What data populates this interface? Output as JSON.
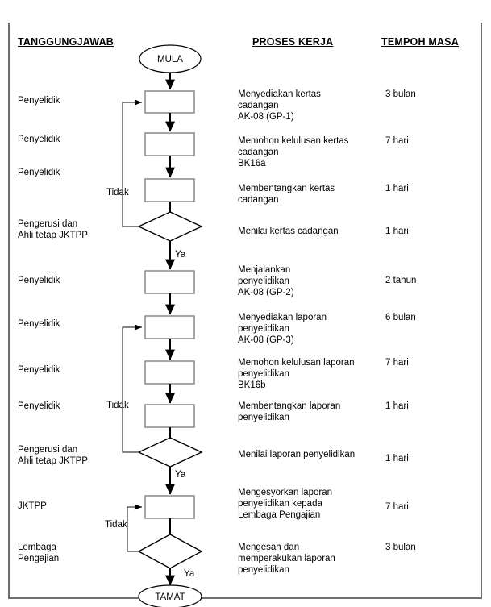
{
  "headers": {
    "responsibility": "TANGGUNGJAWAB",
    "process": "PROSES KERJA",
    "duration": "TEMPOH MASA"
  },
  "terminators": {
    "start": "MULA",
    "end": "TAMAT"
  },
  "edge_labels": {
    "no": "Tidak",
    "yes": "Ya"
  },
  "colors": {
    "frame": "#6e6e6e",
    "box_stroke": "#808080",
    "diamond_stroke": "#000000",
    "connector": "#000000",
    "loop": "#3a3a3a",
    "text": "#000000",
    "background": "#ffffff"
  },
  "rows": [
    {
      "responsibility": "Penyelidik",
      "process": "Menyediakan kertas\ncadangan\nAK-08 (GP-1)",
      "duration": "3 bulan",
      "shape": "process"
    },
    {
      "responsibility": "Penyelidik",
      "process": "Memohon kelulusan kertas\ncadangan\nBK16a",
      "duration": "7 hari",
      "shape": "process"
    },
    {
      "responsibility": "Penyelidik",
      "process": "Membentangkan kertas\ncadangan",
      "duration": "1 hari",
      "shape": "process"
    },
    {
      "responsibility": "Pengerusi dan\nAhli tetap JKTPP",
      "process": "Menilai kertas cadangan",
      "duration": "1 hari",
      "shape": "decision"
    },
    {
      "responsibility": "Penyelidik",
      "process": "Menjalankan\npenyelidikan\nAK-08 (GP-2)",
      "duration": "2 tahun",
      "shape": "process"
    },
    {
      "responsibility": "Penyelidik",
      "process": "Menyediakan laporan\npenyelidikan\nAK-08 (GP-3)",
      "duration": "6 bulan",
      "shape": "process"
    },
    {
      "responsibility": "Penyelidik",
      "process": "Memohon kelulusan laporan\npenyelidikan\nBK16b",
      "duration": "7 hari",
      "shape": "process"
    },
    {
      "responsibility": "Penyelidik",
      "process": "Membentangkan laporan\npenyelidikan",
      "duration": "1 hari",
      "shape": "process"
    },
    {
      "responsibility": "Pengerusi dan\nAhli tetap JKTPP",
      "process": "Menilai laporan penyelidikan",
      "duration": "1 hari",
      "shape": "decision"
    },
    {
      "responsibility": "JKTPP",
      "process": "Mengesyorkan laporan\npenyelidikan kepada\nLembaga Pengajian",
      "duration": "7 hari",
      "shape": "process"
    },
    {
      "responsibility": "Lembaga\nPengajian",
      "process": "Mengesah dan\nmemperakukan laporan\npenyelidikan",
      "duration": "3 bulan",
      "shape": "decision"
    }
  ]
}
